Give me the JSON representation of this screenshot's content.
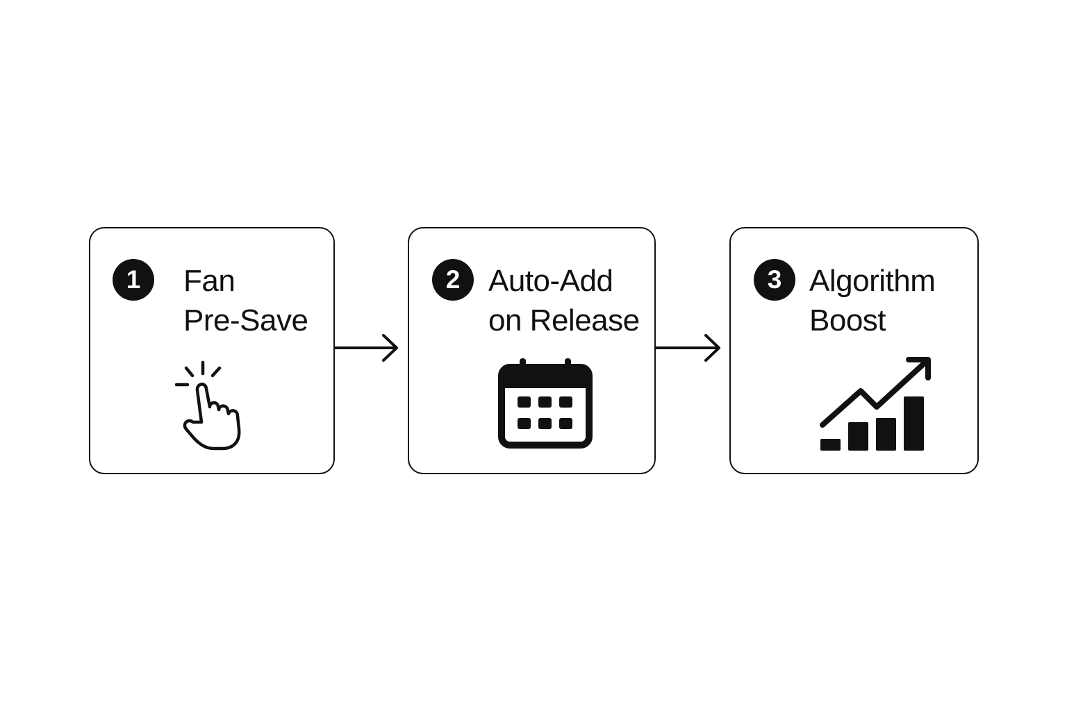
{
  "steps": [
    {
      "number": "1",
      "title_line1": "Fan",
      "title_line2": "Pre-Save",
      "icon": "tap-hand-icon"
    },
    {
      "number": "2",
      "title_line1": "Auto-Add",
      "title_line2": "on Release",
      "icon": "calendar-icon"
    },
    {
      "number": "3",
      "title_line1": "Algorithm",
      "title_line2": "Boost",
      "icon": "growth-chart-icon"
    }
  ],
  "colors": {
    "ink": "#111111",
    "background": "#ffffff"
  }
}
